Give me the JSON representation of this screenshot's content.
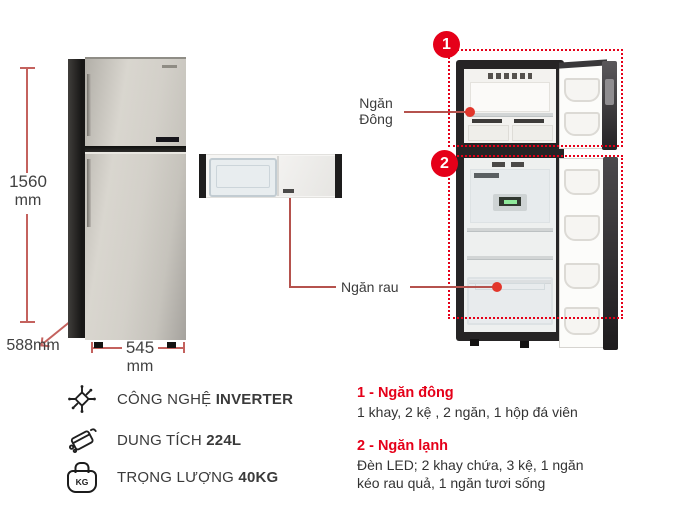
{
  "colors": {
    "accent_red": "#e50019",
    "callout_line_red": "#b5524d",
    "dimension_line_red": "#c4625e",
    "fridge_silver": "#cfccc5",
    "cabinet_black": "#262425"
  },
  "dimensions": {
    "height": {
      "value": "1560",
      "unit": "mm"
    },
    "depth": {
      "value": "588mm"
    },
    "width": {
      "value": "545",
      "unit": "mm"
    }
  },
  "annotations": {
    "freezer_label": {
      "line1": "Ngăn",
      "line2": "Đông"
    },
    "vegetable_label": "Ngăn rau",
    "markers": [
      {
        "number": "1"
      },
      {
        "number": "2"
      }
    ]
  },
  "features": [
    {
      "icon": "inverter-circuit-icon",
      "label": "CÔNG NGHỆ",
      "value": "INVERTER"
    },
    {
      "icon": "capacity-container-icon",
      "label": "DUNG TÍCH",
      "value": "224L"
    },
    {
      "icon": "weight-kettlebell-icon",
      "icon_text": "KG",
      "label": "TRỌNG LƯỢNG",
      "value": "40KG"
    }
  ],
  "callouts": [
    {
      "title": "1 - Ngăn đông",
      "description": "1 khay, 2 kệ , 2 ngăn, 1 hộp đá viên"
    },
    {
      "title": "2 - Ngăn lạnh",
      "description": "Đèn LED; 2 khay chứa, 3 kệ, 1 ngăn kéo rau quả, 1 ngăn tươi sống"
    }
  ]
}
